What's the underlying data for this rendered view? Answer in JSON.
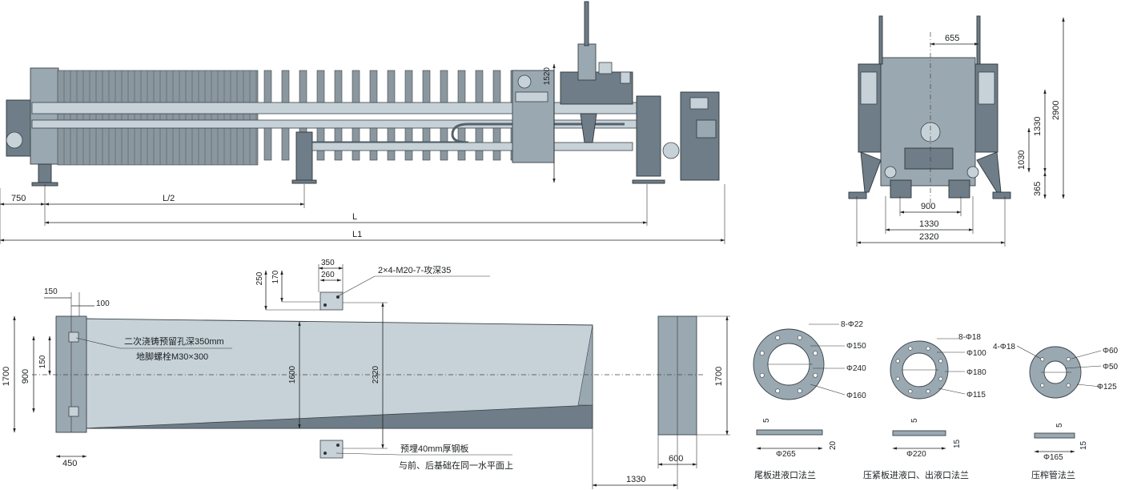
{
  "side_view": {
    "dim_750": "750",
    "dim_half_L": "L/2",
    "dim_L": "L",
    "dim_L1": "L1",
    "dim_height": "1520"
  },
  "end_view": {
    "dim_655": "655",
    "dim_2900": "2900",
    "dim_1330_v": "1330",
    "dim_1030": "1030",
    "dim_365": "365",
    "dim_900": "900",
    "dim_1330_h": "1330",
    "dim_2320": "2320"
  },
  "foundation": {
    "dim_150_top": "150",
    "dim_100": "100",
    "dim_150_side": "150",
    "dim_900": "900",
    "dim_1700_left": "1700",
    "dim_450": "450",
    "dim_250": "250",
    "dim_170": "170",
    "dim_350": "350",
    "dim_260": "260",
    "tap_note": "2×4-M20-7-攻深35",
    "note_hole": "二次浇铸预留孔深350mm",
    "note_bolt": "地脚螺栓M30×300",
    "dim_1600": "1600",
    "dim_2320": "2320",
    "note_plate": "预埋40mm厚钢板",
    "note_level": "与前、后基础在同一水平面上",
    "dim_1700_right": "1700",
    "dim_600": "600",
    "dim_1330": "1330"
  },
  "flanges": [
    {
      "caption": "尾板进液口法兰",
      "holes": "8-Φ22",
      "d_inner": "Φ150",
      "d_bolt": "Φ240",
      "d_outer": "Φ160",
      "d_face": "Φ265",
      "thick": "5",
      "height": "20"
    },
    {
      "caption": "压紧板进液口、出液口法兰",
      "holes": "8-Φ18",
      "d_inner": "Φ100",
      "d_bolt": "Φ180",
      "d_outer": "Φ115",
      "d_face": "Φ220",
      "thick": "5",
      "height": "15"
    },
    {
      "caption": "压榨管法兰",
      "holes": "4-Φ18",
      "d_inner": "Φ60",
      "d_bolt": "Φ50",
      "d_outer": "Φ125",
      "d_face": "Φ165",
      "thick": "5",
      "height": "15"
    }
  ]
}
